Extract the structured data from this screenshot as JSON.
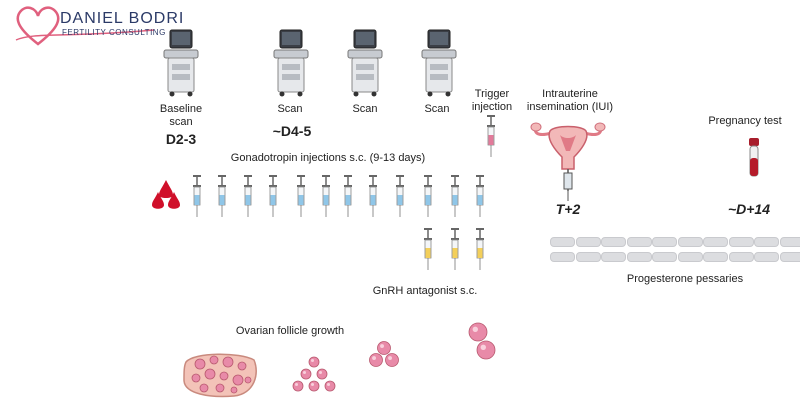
{
  "logo": {
    "name": "DANIEL BODRI",
    "sub": "FERTILITY CONSULTING"
  },
  "scans": [
    {
      "label": "Baseline scan",
      "day": "D2-3"
    },
    {
      "label": "Scan",
      "day": "~D4-5"
    },
    {
      "label": "Scan",
      "day": ""
    },
    {
      "label": "Scan",
      "day": ""
    }
  ],
  "labels": {
    "baseline_line1": "Baseline",
    "baseline_line2": "scan",
    "scan": "Scan",
    "d23": "D2-3",
    "d45": "~D4-5",
    "trigger_line1": "Trigger",
    "trigger_line2": "injection",
    "iui_line1": "Intrauterine",
    "iui_line2": "insemination (IUI)",
    "t2": "T+2",
    "pregnancy": "Pregnancy test",
    "d14": "~D+14",
    "gonadotropin": "Gonadotropin injections s.c. (9-13 days)",
    "gnrh": "GnRH antagonist s.c.",
    "progesterone": "Progesterone pessaries",
    "ovarian": "Ovarian follicle growth"
  },
  "colors": {
    "brand": "#2b3a67",
    "heart": "#e0607e",
    "blood": "#d0102a",
    "syringe_blue": "#8fc6e8",
    "syringe_yellow": "#f3cf5a",
    "syringe_pink": "#e27a9a",
    "follicle": "#e88aa8",
    "uterus": "#f2b8b8"
  }
}
